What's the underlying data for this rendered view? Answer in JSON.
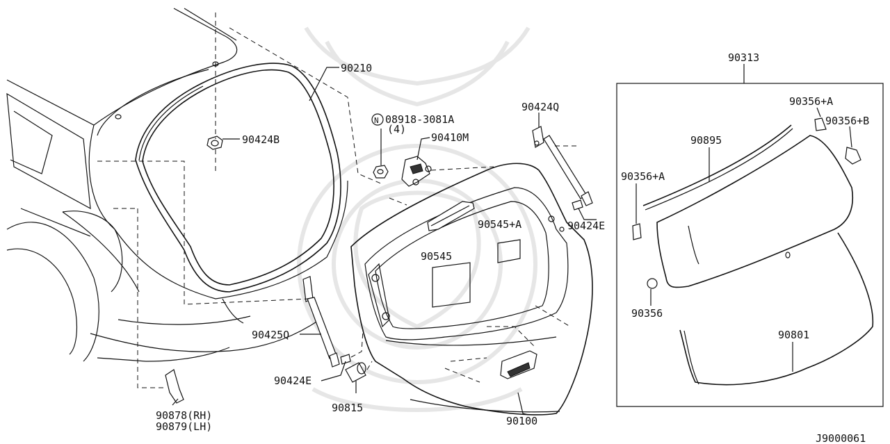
{
  "diagram": {
    "labels": {
      "p90210": "90210",
      "p90424B": "90424B",
      "p08918": "08918-3081A",
      "p08918_qty": "(4)",
      "p90410M": "90410M",
      "p90424Q": "90424Q",
      "p90545A": "90545+A",
      "p90424E_r": "90424E",
      "p90545": "90545",
      "p90425Q": "90425Q",
      "p90424E_l": "90424E",
      "p90815": "90815",
      "p90100": "90100",
      "p90878": "90878(RH)",
      "p90879": "90879(LH)",
      "p90313": "90313",
      "p90356A_top": "90356+A",
      "p90356B": "90356+B",
      "p90895": "90895",
      "p90356A_left": "90356+A",
      "p90356": "90356",
      "p90801": "90801",
      "circled_n": "N"
    },
    "diagram_id": "J9000061"
  }
}
